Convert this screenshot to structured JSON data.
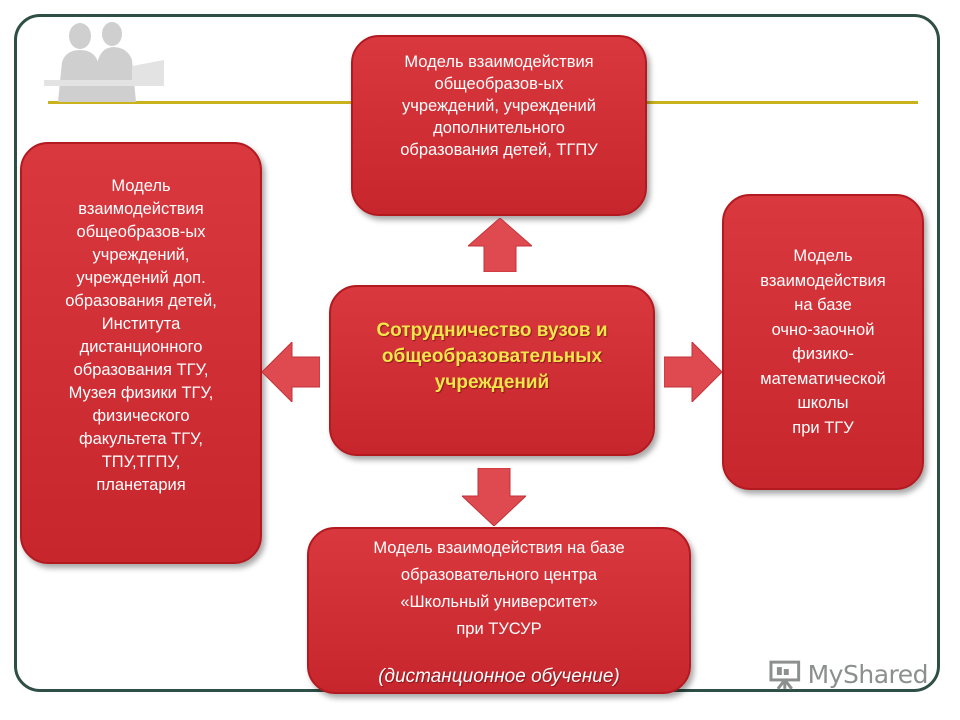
{
  "center": {
    "lines": [
      "Сотрудничество вузов и",
      "общеобразовательных",
      "учреждений"
    ]
  },
  "top": {
    "lines": [
      "Модель взаимодействия",
      "общеобразов-ых",
      "учреждений, учреждений",
      "дополнительного",
      "образования детей, ТГПУ"
    ]
  },
  "left": {
    "lines": [
      "Модель",
      "взаимодействия",
      "общеобразов-ых",
      "учреждений,",
      "учреждений доп.",
      "образования детей,",
      "Института",
      "дистанционного",
      "образования ТГУ,",
      "Музея физики ТГУ,",
      "физического",
      "факультета ТГУ,",
      "ТПУ,ТГПУ,",
      "планетария"
    ]
  },
  "right": {
    "lines": [
      "Модель",
      "взаимодействия",
      "на базе",
      "очно-заочной",
      "физико-",
      "математической",
      "школы",
      "при ТГУ"
    ]
  },
  "bottom": {
    "lines": [
      "Модель взаимодействия на базе",
      "образовательного центра",
      "«Школьный университет»",
      "при  ТУСУР"
    ],
    "note": "(дистанционное обучение)"
  },
  "watermark": {
    "text": "MyShared",
    "icon": "presentation-board-icon"
  },
  "colors": {
    "box_fill": "#d13037",
    "box_border": "#b31a20",
    "arrow_fill": "#df4a50",
    "center_text": "#f3e64b",
    "frame": "#2f4f46",
    "accent_line": "#c9b21c"
  }
}
